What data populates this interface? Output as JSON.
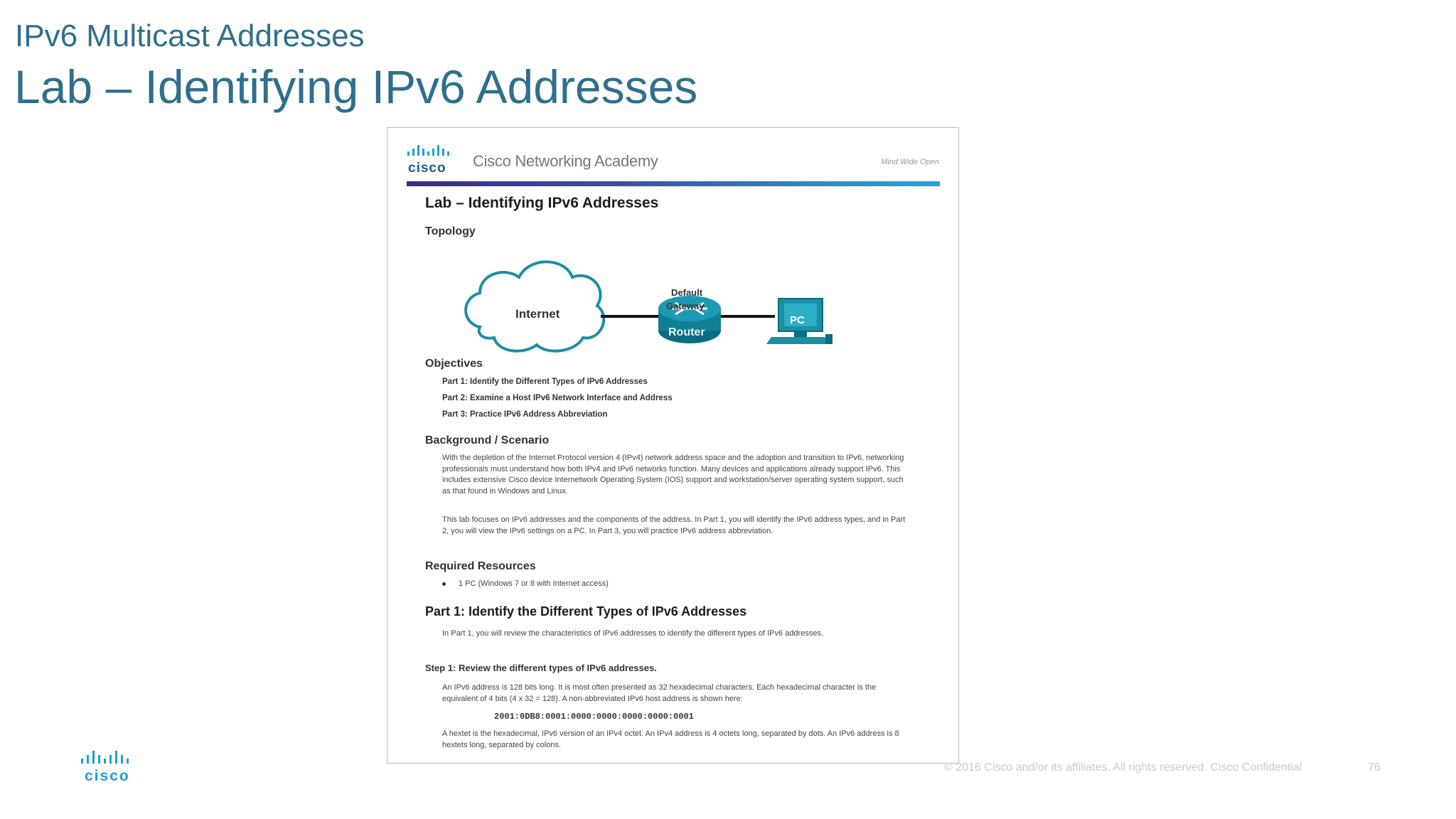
{
  "slide": {
    "subtitle": "IPv6 Multicast Addresses",
    "title": "Lab – Identifying IPv6 Addresses",
    "footer_logo": "cisco",
    "copyright": "© 2016  Cisco and/or its affiliates. All rights reserved.   Cisco Confidential",
    "page_number": "76"
  },
  "doc": {
    "logo_text": "cisco",
    "academy": "Cisco Networking Academy",
    "tagline": "Mind Wide Open",
    "title": "Lab – Identifying IPv6 Addresses",
    "topology_heading": "Topology",
    "topology": {
      "cloud_label": "Internet",
      "gateway_label_1": "Default",
      "gateway_label_2": "Gateway",
      "router_label": "Router",
      "pc_label": "PC"
    },
    "objectives_heading": "Objectives",
    "objectives": [
      "Part 1: Identify the Different Types of IPv6 Addresses",
      "Part 2: Examine a Host IPv6 Network Interface and Address",
      "Part 3: Practice IPv6 Address Abbreviation"
    ],
    "background_heading": "Background / Scenario",
    "background_p1": "With the depletion of the Internet Protocol version 4 (IPv4) network address space and the adoption and transition to IPv6, networking professionals must understand how both IPv4 and IPv6 networks function. Many devices and applications already support IPv6. This includes extensive Cisco device Internetwork Operating System (IOS) support and workstation/server operating system support, such as that found in Windows and Linux.",
    "background_p2": "This lab focuses on IPv6 addresses and the components of the address. In Part 1, you will identify the IPv6 address types, and in Part 2, you will view the IPv6 settings on a PC. In Part 3, you will practice IPv6 address abbreviation.",
    "resources_heading": "Required Resources",
    "resources_item": "1 PC (Windows 7 or 8 with Internet access)",
    "part1_heading": "Part 1: Identify the Different Types of IPv6 Addresses",
    "part1_intro": "In Part 1, you will review the characteristics of IPv6 addresses to identify the different types of IPv6 addresses.",
    "step1_heading": "Step 1: Review the different types of IPv6 addresses.",
    "step1_p1": "An IPv6 address is 128 bits long. It is most often presented as 32 hexadecimal characters. Each hexadecimal character is the equivalent of 4 bits (4 x 32 = 128). A non-abbreviated IPv6 host address is shown here:",
    "example_address": "2001:0DB8:0001:0000:0000:0000:0000:0001",
    "step1_p2": "A hextet is the hexadecimal, IPv6 version of an IPv4 octet. An IPv4 address is 4 octets long, separated by dots. An IPv6 address is 8 hextets long, separated by colons."
  },
  "colors": {
    "title": "#2f6f8c",
    "cisco_blue": "#1ba0d7",
    "router_teal": "#0f7f96",
    "pc_teal": "#1a8fa6"
  }
}
